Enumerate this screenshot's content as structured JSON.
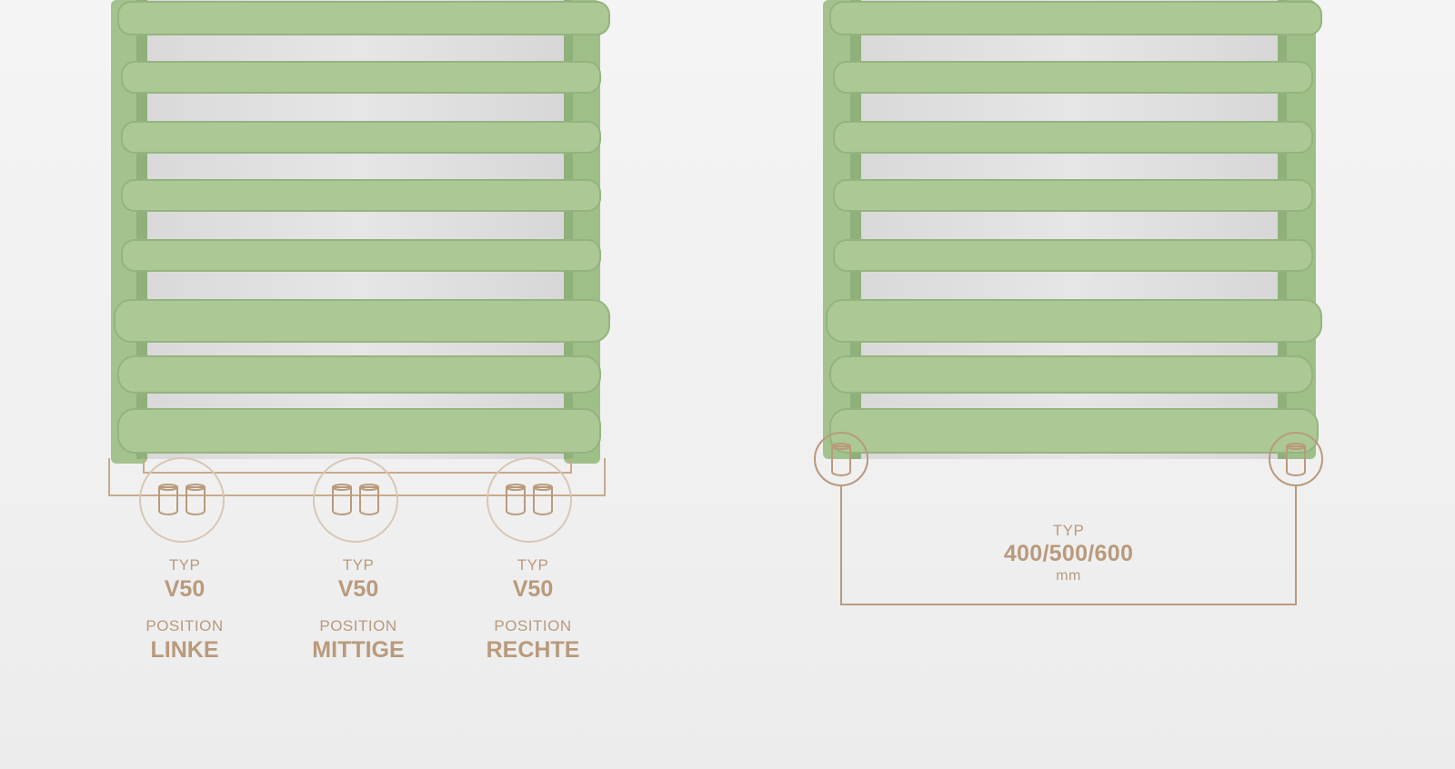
{
  "colors": {
    "radiator": "#a8c692",
    "radiator_dark": "#8fb07a",
    "accent": "#b99a7c"
  },
  "left_options": [
    {
      "typ_label": "TYP",
      "typ_value": "V50",
      "pos_label": "POSITION",
      "pos_value": "LINKE",
      "icon": "double-valve-icon"
    },
    {
      "typ_label": "TYP",
      "typ_value": "V50",
      "pos_label": "POSITION",
      "pos_value": "MITTIGE",
      "icon": "double-valve-icon"
    },
    {
      "typ_label": "TYP",
      "typ_value": "V50",
      "pos_label": "POSITION",
      "pos_value": "RECHTE",
      "icon": "double-valve-icon"
    }
  ],
  "right_option": {
    "typ_label": "TYP",
    "typ_value": "400/500/600",
    "unit": "mm",
    "icon": "single-valve-icon"
  }
}
